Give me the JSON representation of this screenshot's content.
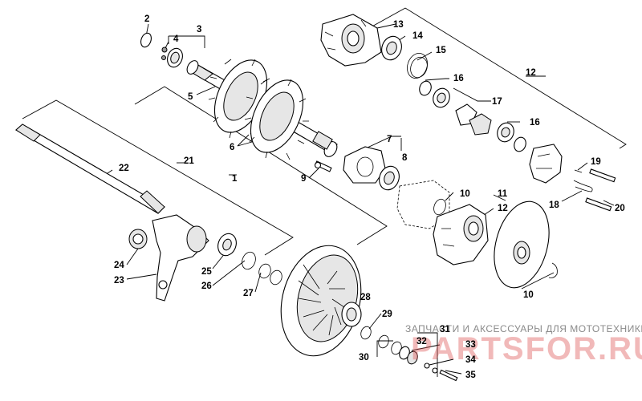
{
  "diagram": {
    "callouts": [
      {
        "id": "c1",
        "label": "1"
      },
      {
        "id": "c2",
        "label": "2"
      },
      {
        "id": "c3",
        "label": "3"
      },
      {
        "id": "c4",
        "label": "4"
      },
      {
        "id": "c5",
        "label": "5"
      },
      {
        "id": "c6",
        "label": "6"
      },
      {
        "id": "c7",
        "label": "7"
      },
      {
        "id": "c8",
        "label": "8"
      },
      {
        "id": "c9",
        "label": "9"
      },
      {
        "id": "c10a",
        "label": "10"
      },
      {
        "id": "c10b",
        "label": "10"
      },
      {
        "id": "c11",
        "label": "11"
      },
      {
        "id": "c12a",
        "label": "12"
      },
      {
        "id": "c12b",
        "label": "12"
      },
      {
        "id": "c13",
        "label": "13"
      },
      {
        "id": "c14",
        "label": "14"
      },
      {
        "id": "c15",
        "label": "15"
      },
      {
        "id": "c16a",
        "label": "16"
      },
      {
        "id": "c16b",
        "label": "16"
      },
      {
        "id": "c17",
        "label": "17"
      },
      {
        "id": "c18",
        "label": "18"
      },
      {
        "id": "c19",
        "label": "19"
      },
      {
        "id": "c20",
        "label": "20"
      },
      {
        "id": "c21",
        "label": "21"
      },
      {
        "id": "c22",
        "label": "22"
      },
      {
        "id": "c23",
        "label": "23"
      },
      {
        "id": "c24",
        "label": "24"
      },
      {
        "id": "c25",
        "label": "25"
      },
      {
        "id": "c26",
        "label": "26"
      },
      {
        "id": "c27",
        "label": "27"
      },
      {
        "id": "c28",
        "label": "28"
      },
      {
        "id": "c29",
        "label": "29"
      },
      {
        "id": "c30",
        "label": "30"
      },
      {
        "id": "c31",
        "label": "31"
      },
      {
        "id": "c32",
        "label": "32"
      },
      {
        "id": "c33",
        "label": "33"
      },
      {
        "id": "c34",
        "label": "34"
      },
      {
        "id": "c35",
        "label": "35"
      }
    ]
  },
  "watermark": {
    "caption": "ЗАПЧАСТИ И АКСЕССУАРЫ ДЛЯ МОТОТЕХНИКИ",
    "logo": "PARTSFOR.RU"
  }
}
